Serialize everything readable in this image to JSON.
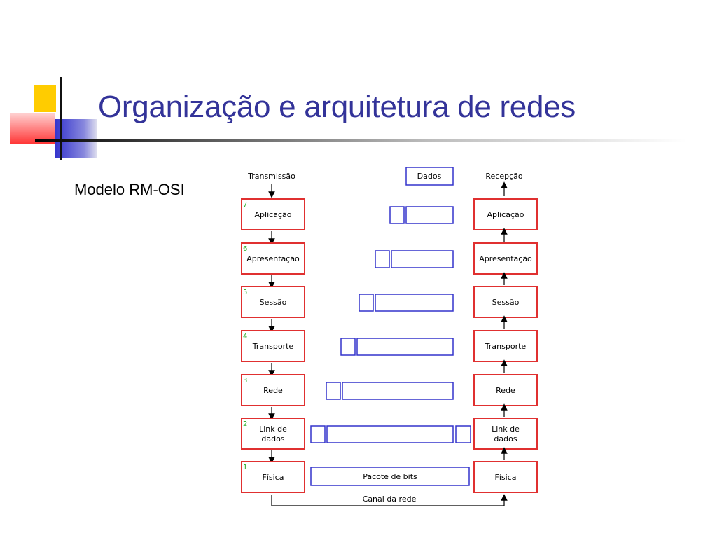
{
  "slide": {
    "title": "Organização e arquitetura de redes",
    "subtitle": "Modelo RM-OSI"
  },
  "diagram": {
    "left_header": "Transmissão",
    "right_header": "Recepção",
    "data_label": "Dados",
    "packet_label": "Pacote de bits",
    "channel_label": "Canal da rede",
    "layers": [
      {
        "num": "7",
        "left": [
          "Aplicação"
        ],
        "right": [
          "Aplicação"
        ]
      },
      {
        "num": "6",
        "left": [
          "Apresentação"
        ],
        "right": [
          "Apresentação"
        ]
      },
      {
        "num": "5",
        "left": [
          "Sessão"
        ],
        "right": [
          "Sessão"
        ]
      },
      {
        "num": "4",
        "left": [
          "Transporte"
        ],
        "right": [
          "Transporte"
        ]
      },
      {
        "num": "3",
        "left": [
          "Rede"
        ],
        "right": [
          "Rede"
        ]
      },
      {
        "num": "2",
        "left": [
          "Link de",
          "dados"
        ],
        "right": [
          "Link de",
          "dados"
        ]
      },
      {
        "num": "1",
        "left": [
          "Física"
        ],
        "right": [
          "Física"
        ]
      }
    ],
    "colors": {
      "layer_border": "#e03030",
      "data_border": "#3333cc",
      "layer_number": "#22aa22",
      "title": "#333399"
    }
  }
}
